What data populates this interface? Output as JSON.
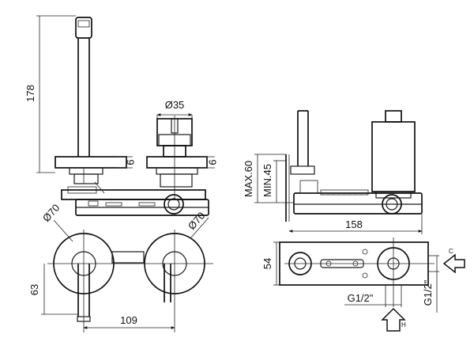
{
  "dims": {
    "h178": "178",
    "d35": "Ø35",
    "n9a": "9",
    "n9b": "9",
    "d70a": "Ø70",
    "d70b": "Ø70",
    "h63": "63",
    "w109": "109",
    "max60": "MAX.60",
    "min45": "MIN.45",
    "w158": "158",
    "h54": "54",
    "g12a": "G1/2\"",
    "g12b": "G1/2\"",
    "lblC": "C",
    "lblH": "H"
  },
  "colors": {
    "line": "#111111",
    "background": "#ffffff"
  }
}
